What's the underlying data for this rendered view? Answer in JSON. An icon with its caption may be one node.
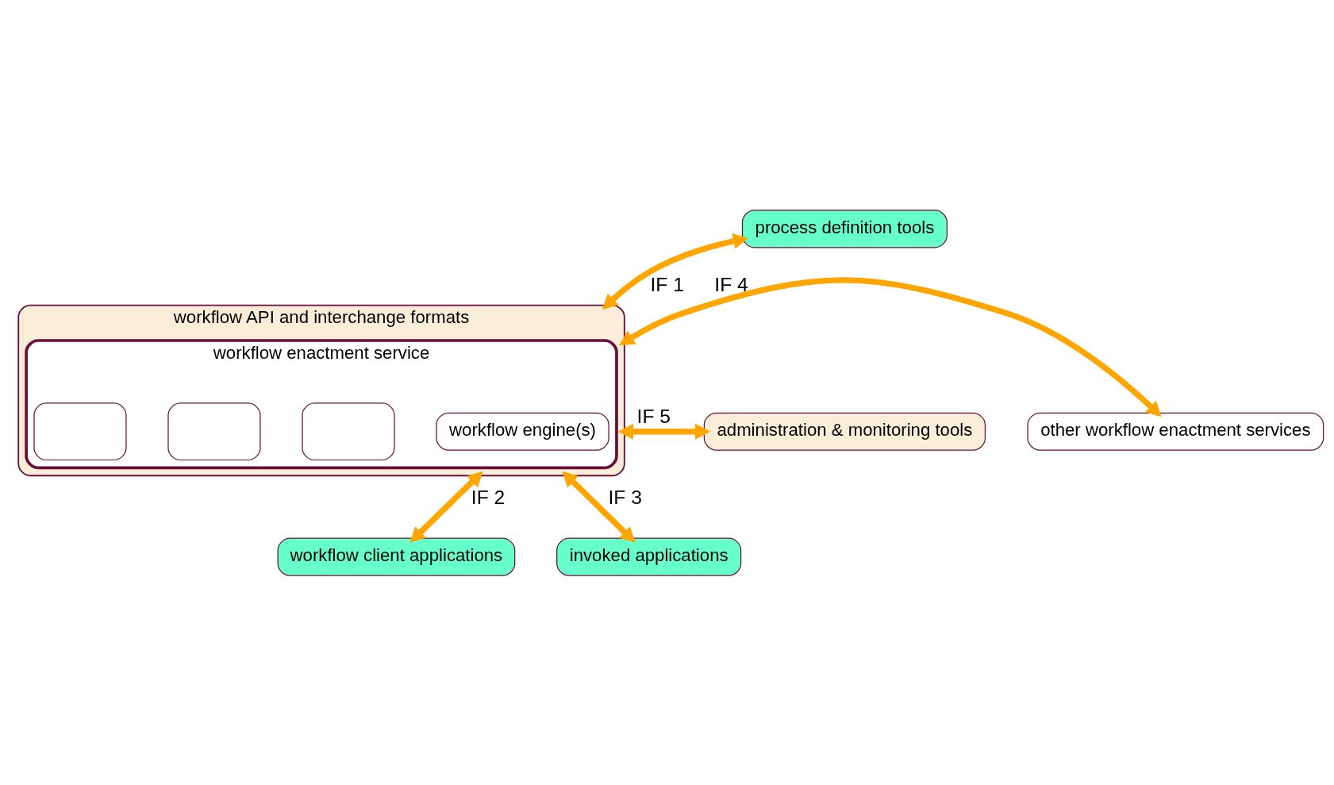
{
  "diagram": {
    "nodes": [
      {
        "text": [
          "process definition tools"
        ]
      },
      {
        "text": [
          "workflow API and interchange formats"
        ]
      },
      {
        "text": [
          "workflow enactment service"
        ],
        "in": 1
      },
      {
        "text": [
          "workflow engine(s)"
        ],
        "in": 2
      },
      {
        "text": [],
        "shape": "box",
        "in": 2
      },
      {
        "text": [],
        "shape": "box",
        "in": 2
      },
      {
        "text": [],
        "shape": "box",
        "in": 2
      },
      {
        "text": [
          "administration & monitoring tools"
        ]
      },
      {
        "text": [
          "other workflow enactment services"
        ]
      },
      {
        "text": [
          "workflow client applications"
        ]
      },
      {
        "text": [
          "invoked applications"
        ]
      }
    ],
    "edges": [
      {
        "from": 0,
        "to": 1,
        "arrow": "both",
        "label": "IF 1"
      },
      {
        "from": 7,
        "to": 1,
        "arrow": "both",
        "label": "IF 5"
      },
      {
        "from": 1,
        "to": 8,
        "arrow": "both",
        "label": "IF 4"
      },
      {
        "from": 1,
        "to": 9,
        "arrow": "both",
        "label": "IF 2"
      },
      {
        "from": 1,
        "to": 10,
        "arrow": "both",
        "label": "IF 3"
      }
    ]
  }
}
